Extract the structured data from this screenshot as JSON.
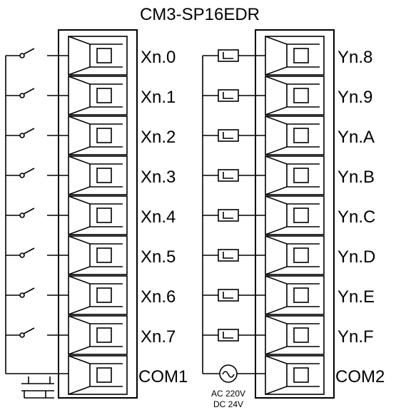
{
  "title": "CM3-SP16EDR",
  "left_terminals": [
    "Xn.0",
    "Xn.1",
    "Xn.2",
    "Xn.3",
    "Xn.4",
    "Xn.5",
    "Xn.6",
    "Xn.7",
    "COM1"
  ],
  "right_terminals": [
    "Yn.8",
    "Yn.9",
    "Yn.A",
    "Yn.B",
    "Yn.C",
    "Yn.D",
    "Yn.E",
    "Yn.F",
    "COM2"
  ],
  "power_source": {
    "line1": "AC 220V",
    "line2": "DC 24V"
  },
  "icons": {
    "switch": "switch-contact-icon",
    "load": "load-coil-icon",
    "ac_source": "ac-source-icon",
    "battery": "dc-battery-icon"
  },
  "colors": {
    "line": "#000000",
    "background": "#ffffff"
  }
}
